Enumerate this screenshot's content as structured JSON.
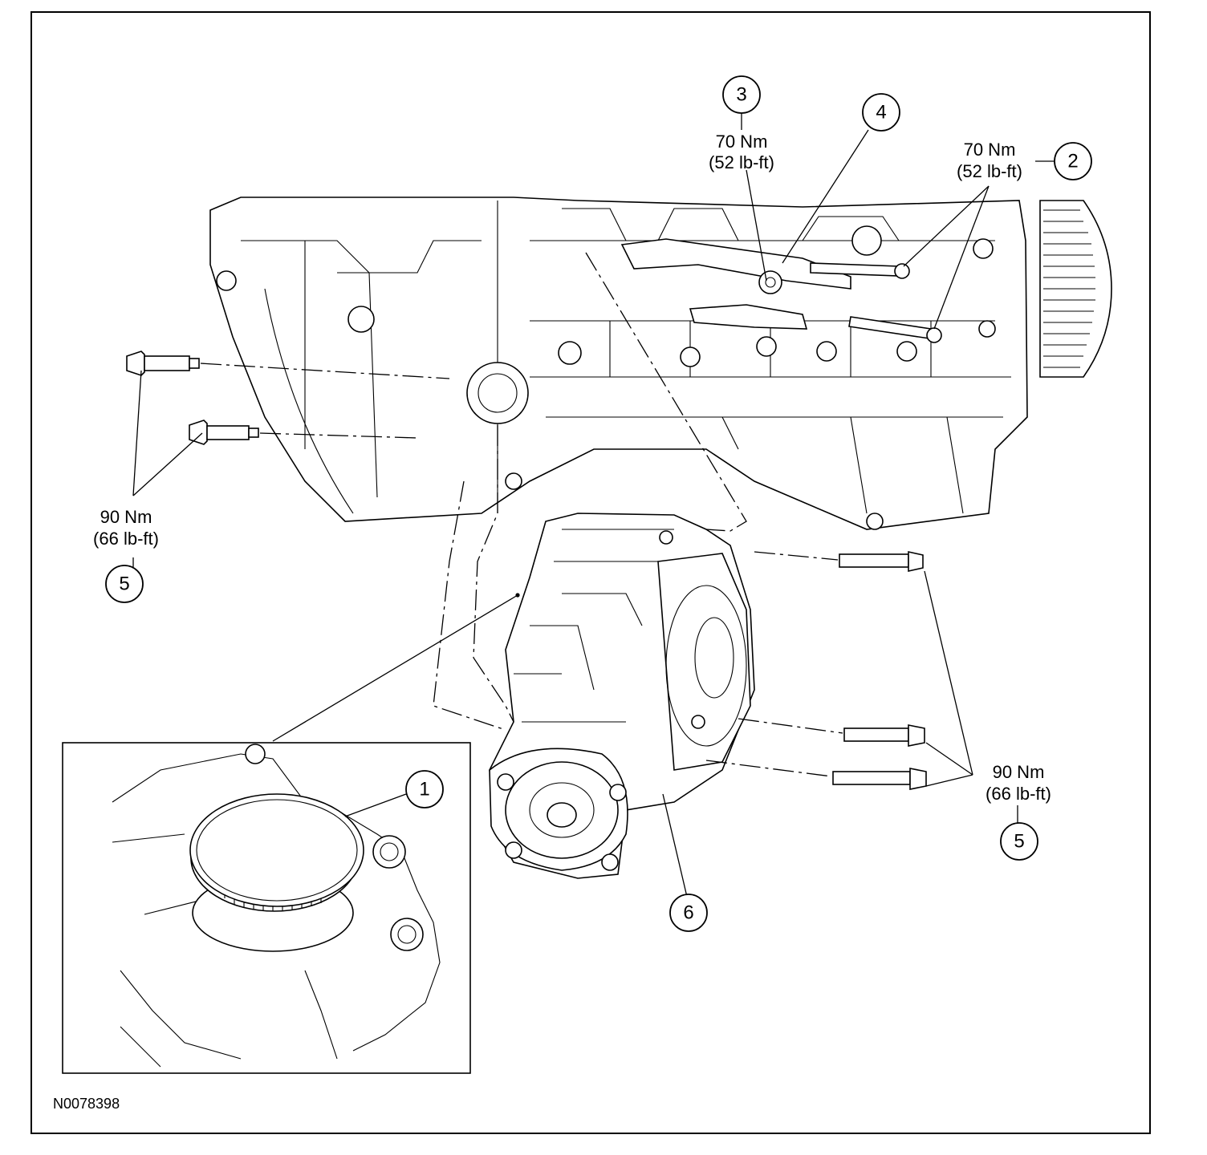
{
  "figure_id": "N0078398",
  "callouts": {
    "c1": "1",
    "c2": "2",
    "c3": "3",
    "c4": "4",
    "c5_left": "5",
    "c5_right": "5",
    "c6": "6"
  },
  "torque_specs": {
    "item2": {
      "metric": "70 Nm",
      "imperial": "(52 lb-ft)"
    },
    "item3": {
      "metric": "70 Nm",
      "imperial": "(52 lb-ft)"
    },
    "item5_left": {
      "metric": "90 Nm",
      "imperial": "(66 lb-ft)"
    },
    "item5_right": {
      "metric": "90 Nm",
      "imperial": "(66 lb-ft)"
    }
  }
}
